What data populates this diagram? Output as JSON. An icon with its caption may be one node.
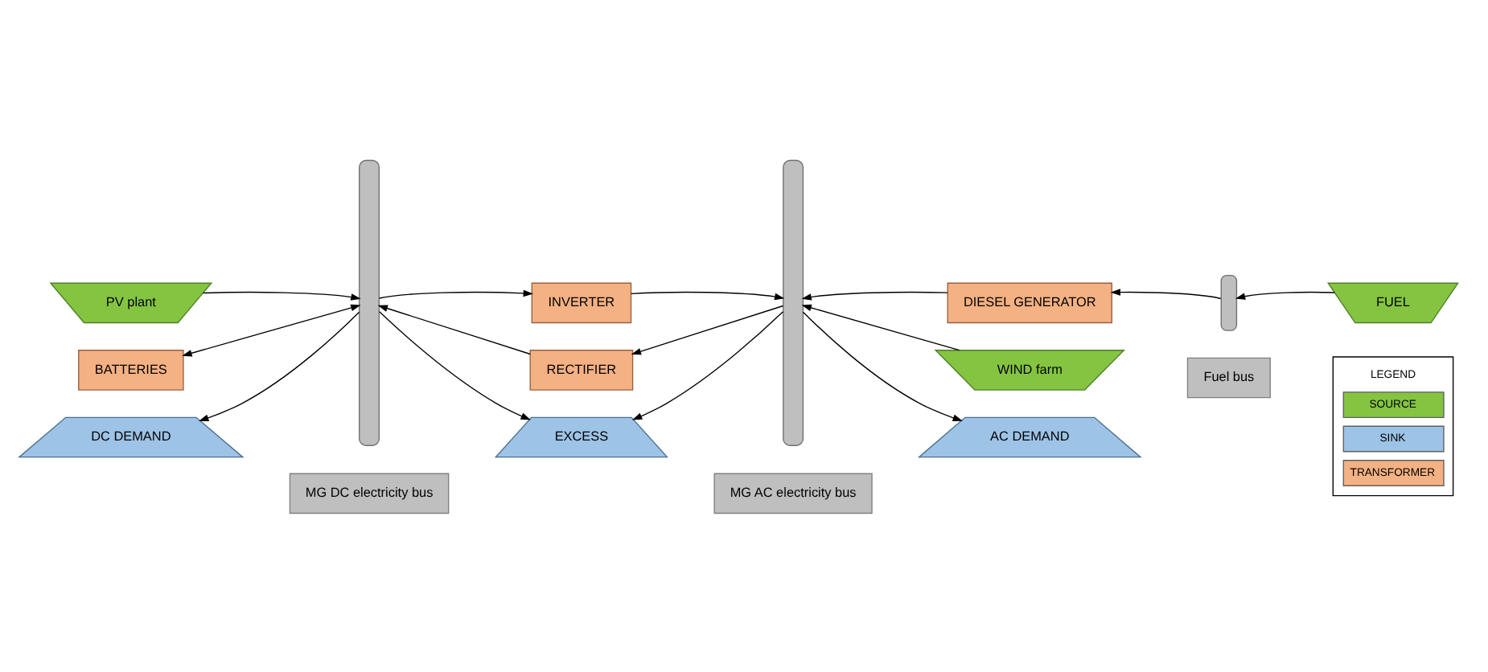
{
  "diagram": {
    "nodes": [
      {
        "text": [
          "PV plant"
        ]
      },
      {
        "text": [],
        "shape": "bar"
      },
      {
        "text": [
          "INVERTER"
        ]
      },
      {
        "text": [],
        "shape": "bar"
      },
      {
        "text": [
          "DIESEL GENERATOR"
        ]
      },
      {
        "text": [],
        "shape": "bar"
      },
      {
        "text": [
          "FUEL"
        ]
      },
      {
        "text": [
          "Fuel bus"
        ]
      },
      {
        "text": [
          "BATTERIES"
        ]
      },
      {
        "text": [
          "RECTIFIER"
        ]
      },
      {
        "text": [
          "WIND farm"
        ]
      },
      {
        "text": [
          "DC DEMAND"
        ]
      },
      {
        "text": [
          "EXCESS"
        ]
      },
      {
        "text": [
          "AC DEMAND"
        ]
      },
      {
        "text": [
          "MG DC electricity bus"
        ]
      },
      {
        "text": [
          "MG AC electricity bus"
        ]
      }
    ],
    "edges": [
      {
        "from": 0,
        "to": 1,
        "arrow": "to"
      },
      {
        "from": 1,
        "to": 2,
        "arrow": "to"
      },
      {
        "from": 2,
        "to": 3,
        "arrow": "to"
      },
      {
        "from": 4,
        "to": 3,
        "arrow": "to"
      },
      {
        "from": 5,
        "to": 4,
        "arrow": "to"
      },
      {
        "from": 6,
        "to": 5,
        "arrow": "to"
      },
      {
        "from": 8,
        "to": 1,
        "arrow": "both"
      },
      {
        "from": 9,
        "to": 1,
        "arrow": "to"
      },
      {
        "from": 3,
        "to": 9,
        "arrow": "to"
      },
      {
        "from": 10,
        "to": 3,
        "arrow": "to"
      },
      {
        "from": 1,
        "to": 11,
        "arrow": "to"
      },
      {
        "from": 1,
        "to": 12,
        "arrow": "to"
      },
      {
        "from": 3,
        "to": 12,
        "arrow": "to"
      },
      {
        "from": 3,
        "to": 13,
        "arrow": "to"
      }
    ],
    "labels": [
      "LEGEND"
    ],
    "legend": [
      {
        "text": "SOURCE",
        "color": "#84c441"
      },
      {
        "text": "SINK",
        "color": "#9dc3e6"
      },
      {
        "text": "TRANSFORMER",
        "color": "#f4b183"
      }
    ]
  }
}
